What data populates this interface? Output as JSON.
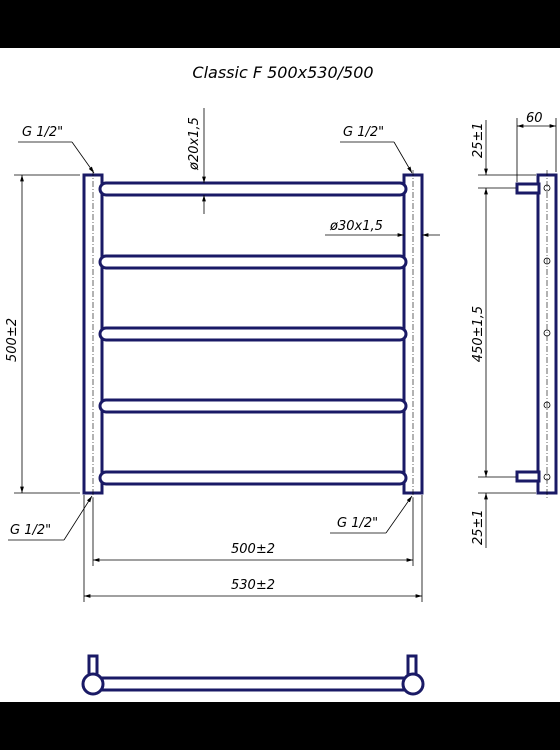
{
  "title": "Classic F 500x530/500",
  "labels": {
    "thread_top_left": "G 1/2\"",
    "thread_top_right": "G 1/2\"",
    "thread_bottom_left": "G 1/2\"",
    "thread_bottom_right": "G 1/2\"",
    "rail_diameter": "ø20x1,5",
    "upright_diameter": "ø30x1,5",
    "height": "500±2",
    "axis_width": "500±2",
    "overall_width": "530±2",
    "side_depth": "60",
    "side_top_offset": "25±1",
    "side_axis_distance": "450±1,5",
    "side_bottom_offset": "25±1"
  }
}
